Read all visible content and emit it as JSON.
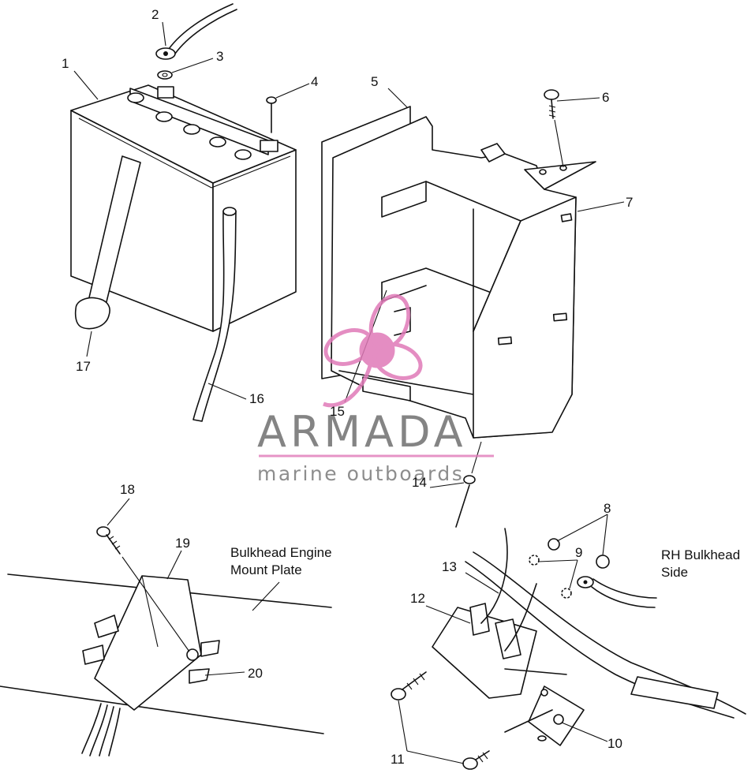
{
  "callouts": [
    {
      "id": "1",
      "label": "1"
    },
    {
      "id": "2",
      "label": "2"
    },
    {
      "id": "3",
      "label": "3"
    },
    {
      "id": "4",
      "label": "4"
    },
    {
      "id": "5",
      "label": "5"
    },
    {
      "id": "6",
      "label": "6"
    },
    {
      "id": "7",
      "label": "7"
    },
    {
      "id": "8",
      "label": "8"
    },
    {
      "id": "9",
      "label": "9"
    },
    {
      "id": "10",
      "label": "10"
    },
    {
      "id": "11",
      "label": "11"
    },
    {
      "id": "12",
      "label": "12"
    },
    {
      "id": "13",
      "label": "13"
    },
    {
      "id": "14",
      "label": "14"
    },
    {
      "id": "15",
      "label": "15"
    },
    {
      "id": "16",
      "label": "16"
    },
    {
      "id": "17",
      "label": "17"
    },
    {
      "id": "18",
      "label": "18"
    },
    {
      "id": "19",
      "label": "19"
    },
    {
      "id": "20",
      "label": "20"
    }
  ],
  "notes": {
    "bulkhead_line1": "Bulkhead Engine",
    "bulkhead_line2": "Mount Plate",
    "rh_line1": "RH Bulkhead",
    "rh_line2": "Side"
  },
  "watermark": {
    "brand": "ARMADA",
    "tagline": "marine outboards",
    "text_color": "#6f6f6f",
    "accent_color": "#e07ab8"
  }
}
